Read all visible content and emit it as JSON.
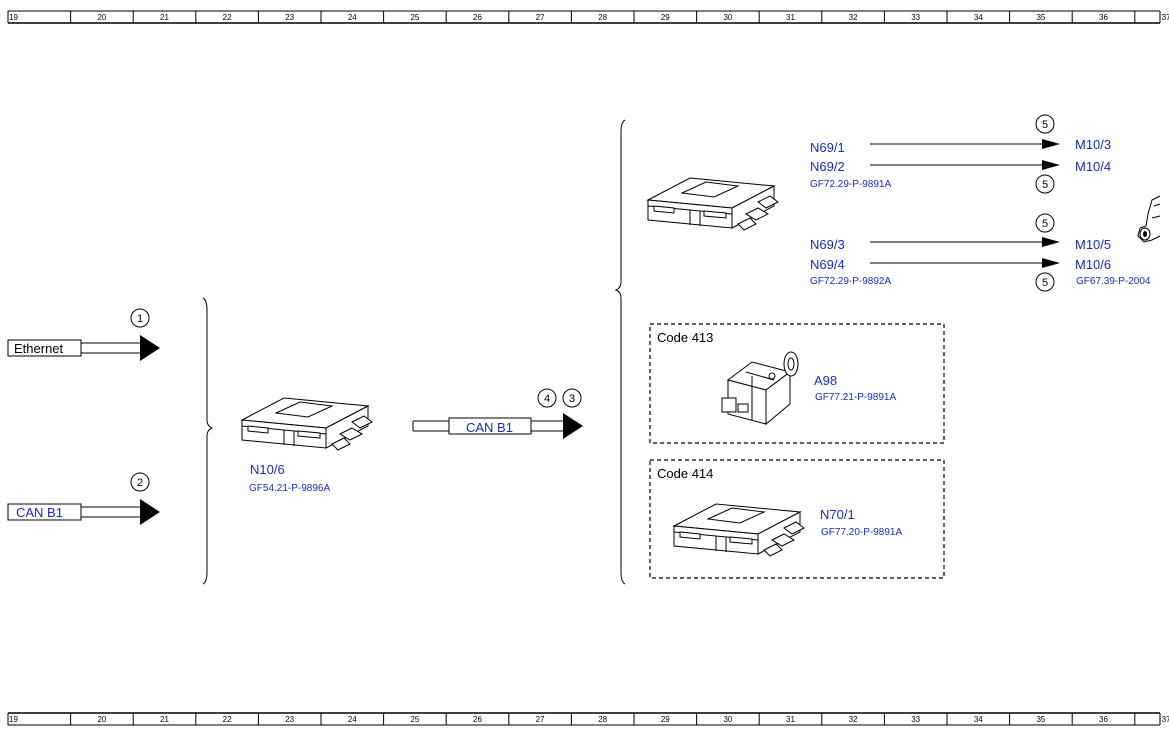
{
  "ruler": {
    "numbers": [
      "19",
      "20",
      "21",
      "22",
      "23",
      "24",
      "25",
      "26",
      "27",
      "28",
      "29",
      "30",
      "31",
      "32",
      "33",
      "34",
      "35",
      "36",
      "37"
    ]
  },
  "inputs": {
    "ethernet": {
      "label": "Ethernet",
      "circle": "1"
    },
    "can_b1": {
      "label": "CAN B1",
      "circle": "2"
    }
  },
  "module_n10_6": {
    "label": "N10/6",
    "ref": "GF54.21-P-9896A"
  },
  "output_bus": {
    "label": "CAN B1",
    "circle_a": "4",
    "circle_b": "3"
  },
  "outputs": {
    "n69_1": "N69/1",
    "n69_2": "N69/2",
    "ref_a": "GF72.29-P-9891A",
    "n69_3": "N69/3",
    "n69_4": "N69/4",
    "ref_b": "GF72.29-P-9892A",
    "m10_3": "M10/3",
    "m10_4": "M10/4",
    "m10_5": "M10/5",
    "m10_6": "M10/6",
    "ref_m": "GF67.39-P-2004",
    "circle": "5"
  },
  "code413": {
    "title": "Code 413",
    "label": "A98",
    "ref": "GF77.21-P-9891A"
  },
  "code414": {
    "title": "Code 414",
    "label": "N70/1",
    "ref": "GF77.20-P-9891A"
  }
}
